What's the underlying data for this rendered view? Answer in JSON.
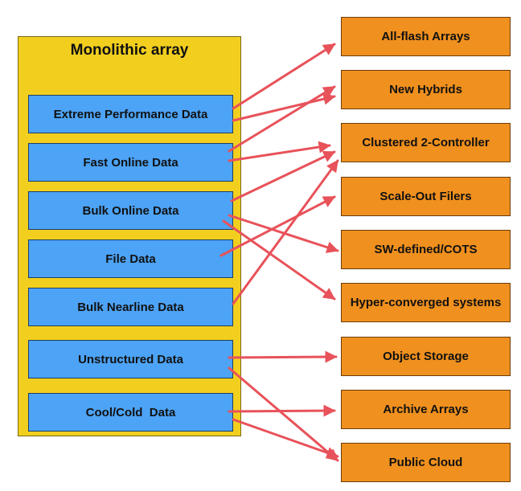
{
  "diagram": {
    "container_title": "Monolithic array",
    "sources": [
      "Extreme Performance Data",
      "Fast Online Data",
      "Bulk Online Data",
      "File Data",
      "Bulk Nearline Data",
      "Unstructured Data",
      "Cool/Cold  Data"
    ],
    "targets": [
      "All-flash Arrays",
      "New Hybrids",
      "Clustered 2-Controller",
      "Scale-Out Filers",
      "SW-defined/COTS",
      "Hyper-converged systems",
      "Object Storage",
      "Archive Arrays",
      "Public Cloud"
    ],
    "connections": [
      {
        "from": 0,
        "to": 0
      },
      {
        "from": 0,
        "to": 1
      },
      {
        "from": 1,
        "to": 1
      },
      {
        "from": 1,
        "to": 2
      },
      {
        "from": 2,
        "to": 2
      },
      {
        "from": 2,
        "to": 4
      },
      {
        "from": 2,
        "to": 5
      },
      {
        "from": 3,
        "to": 3
      },
      {
        "from": 4,
        "to": 2
      },
      {
        "from": 5,
        "to": 6
      },
      {
        "from": 5,
        "to": 8
      },
      {
        "from": 6,
        "to": 7
      },
      {
        "from": 6,
        "to": 8
      }
    ],
    "colors": {
      "container": "#f2cf1f",
      "source_box": "#4da3f5",
      "target_box": "#f0901e",
      "arrow": "#e8525a"
    }
  }
}
